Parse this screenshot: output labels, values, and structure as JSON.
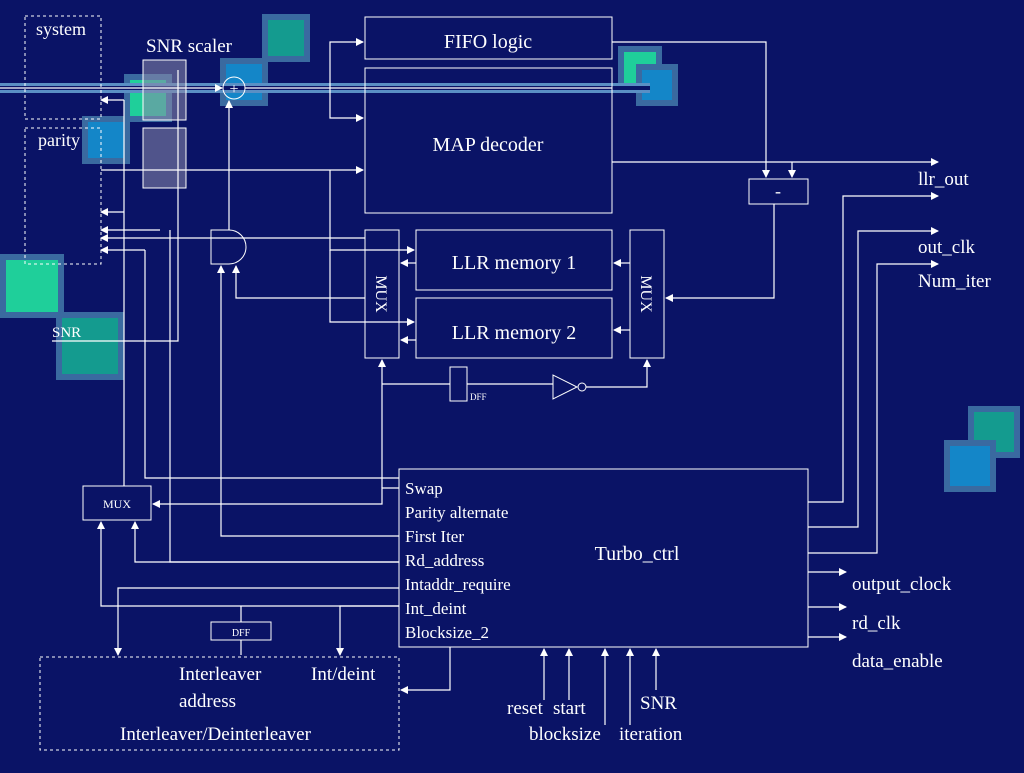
{
  "colors": {
    "background": "#0a1366",
    "line": "#ffffff",
    "sq_teal": "#149b8f",
    "sq_green": "#1fcf9a",
    "sq_blue": "#1486c8",
    "sq_frame": "#3a6aa0",
    "bus": "#5a8fc4",
    "scaler_fill": "#8a8aaa"
  },
  "labels": {
    "system": "system",
    "parity": "parity",
    "snr_scaler": "SNR scaler",
    "adder": "+",
    "fifo": "FIFO logic",
    "map": "MAP decoder",
    "subtract": "-",
    "llr_out": "llr_out",
    "out_clk": "out_clk",
    "num_iter": "Num_iter",
    "mux": "MUX",
    "llr_mem1": "LLR memory 1",
    "llr_mem2": "LLR memory 2",
    "snr_in": "SNR",
    "dff": "DFF",
    "turbo": "Turbo_ctrl",
    "ctrl": [
      "Swap",
      "Parity alternate",
      "First Iter",
      "Rd_address",
      "Intaddr_require",
      "Int_deint",
      "Blocksize_2"
    ],
    "out_right": [
      "output_clock",
      "rd_clk",
      "data_enable"
    ],
    "interleaver_addr_1": "Interleaver",
    "interleaver_addr_2": "address",
    "int_deint": "Int/deint",
    "interleaver_block": "Interleaver/Deinterleaver",
    "in_reset": "reset",
    "in_start": "start",
    "in_blocksize": "blocksize",
    "in_iteration": "iteration",
    "in_snr": "SNR"
  }
}
